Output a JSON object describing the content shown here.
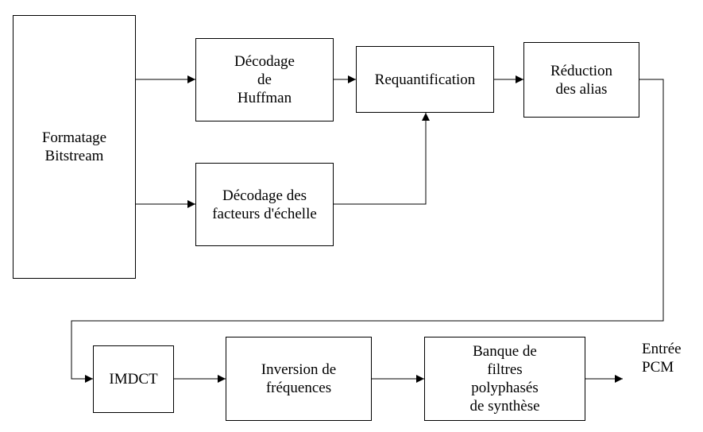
{
  "blocks": {
    "formatage": "Formatage\nBitstream",
    "huffman": "Décodage\nde\nHuffman",
    "facteurs": "Décodage des\nfacteurs d'échelle",
    "requant": "Requantification",
    "reduction": "Réduction\ndes alias",
    "imdct": "IMDCT",
    "inversion": "Inversion de\nfréquences",
    "banque": "Banque de\nfiltres\npolyphasés\nde synthèse"
  },
  "output_label": "Entrée\nPCM"
}
